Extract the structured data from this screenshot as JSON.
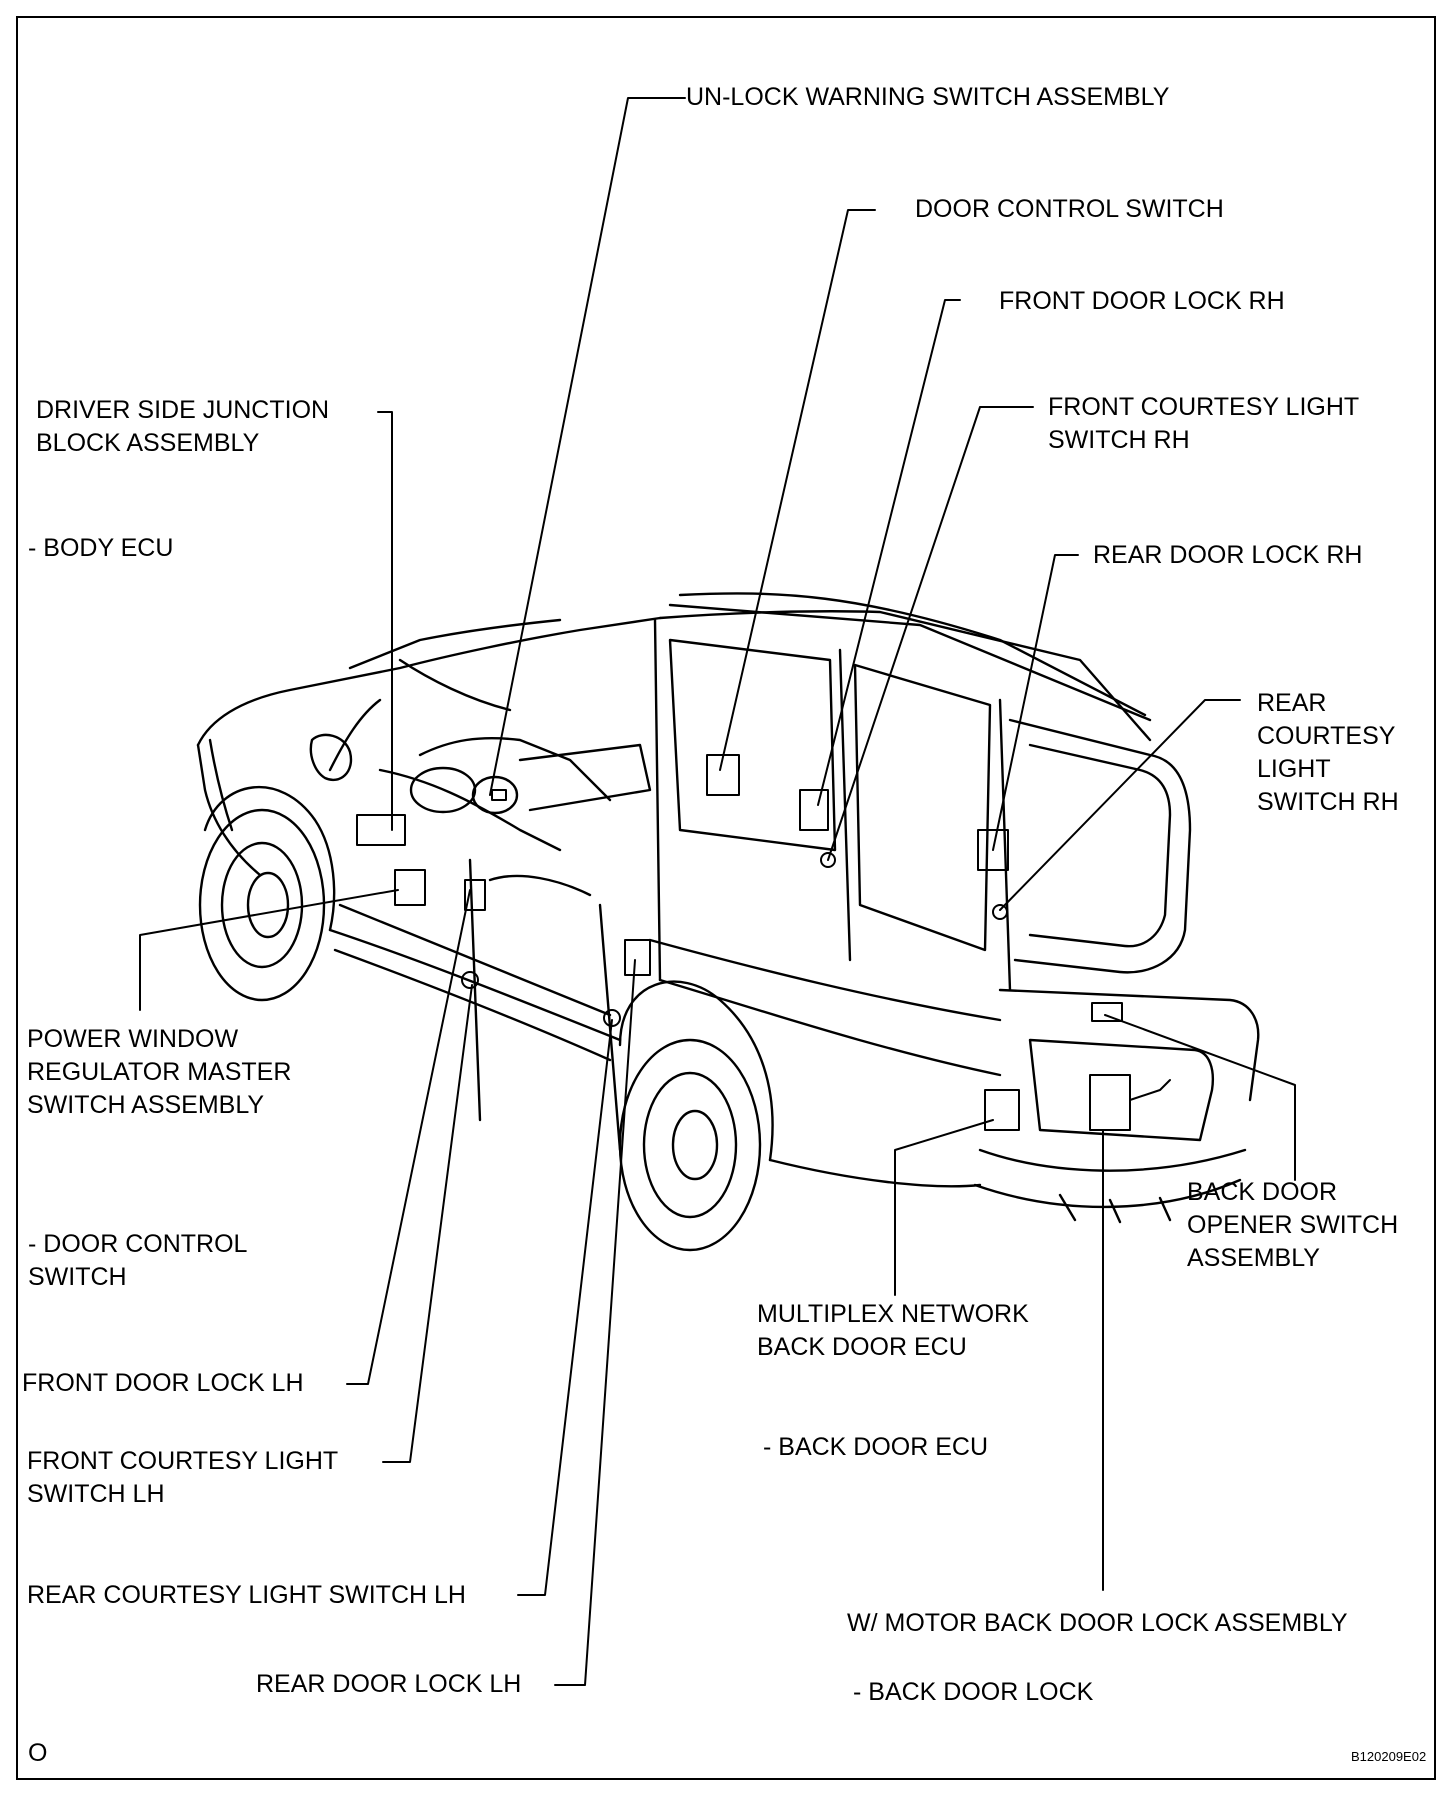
{
  "labels": {
    "unlock_warning_switch": "UN-LOCK WARNING SWITCH ASSEMBLY",
    "door_control_switch_rh": "DOOR CONTROL SWITCH",
    "front_door_lock_rh": "FRONT DOOR LOCK  RH",
    "front_courtesy_light_rh": "FRONT COURTESY LIGHT\nSWITCH RH",
    "rear_door_lock_rh": "REAR DOOR LOCK  RH",
    "rear_courtesy_light_rh": "REAR\nCOURTESY\nLIGHT\nSWITCH RH",
    "driver_side_junction_block": "DRIVER SIDE JUNCTION\nBLOCK ASSEMBLY",
    "body_ecu": "- BODY ECU",
    "power_window_master_switch": "POWER WINDOW\nREGULATOR MASTER\nSWITCH ASSEMBLY",
    "door_control_switch_sub": "-  DOOR CONTROL\n   SWITCH",
    "front_door_lock_lh": "FRONT DOOR LOCK LH",
    "front_courtesy_light_lh": "FRONT COURTESY LIGHT\nSWITCH LH",
    "rear_courtesy_light_lh": "REAR COURTESY LIGHT SWITCH LH",
    "rear_door_lock_lh": "REAR DOOR LOCK  LH",
    "back_door_opener_switch": "BACK DOOR\nOPENER SWITCH\nASSEMBLY",
    "multiplex_back_door_ecu": "MULTIPLEX NETWORK\nBACK DOOR ECU",
    "back_door_ecu": "- BACK DOOR ECU",
    "motor_back_door_lock": "W/ MOTOR BACK DOOR LOCK ASSEMBLY",
    "back_door_lock": "- BACK DOOR LOCK",
    "corner_mark": "O",
    "figure_code": "B120209E02"
  }
}
